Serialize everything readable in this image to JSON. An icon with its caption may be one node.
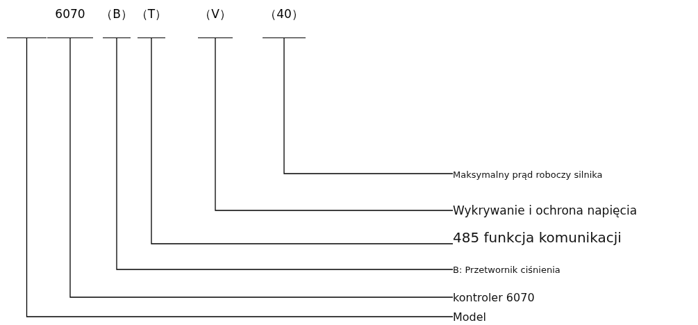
{
  "diagram": {
    "nodes": [
      {
        "text": [],
        "shape": "bar"
      },
      {
        "text": [
          "6070"
        ]
      },
      {
        "text": [
          "（B）"
        ]
      },
      {
        "text": [
          "（T）"
        ]
      },
      {
        "text": [
          "（V）"
        ]
      },
      {
        "text": [
          "（40）"
        ]
      },
      {
        "text": [
          "Maksymalny prąd roboczy silnika"
        ]
      },
      {
        "text": [
          "Wykrywanie i ochrona napięcia"
        ]
      },
      {
        "text": [
          "485 funkcja komunikacji"
        ]
      },
      {
        "text": [
          "B: Przetwornik ciśnienia"
        ]
      },
      {
        "text": [
          "kontroler 6070"
        ]
      },
      {
        "text": [
          "Model"
        ]
      }
    ],
    "edges": [
      {
        "from": 5,
        "to": 6,
        "arrow": "none"
      },
      {
        "from": 4,
        "to": 7,
        "arrow": "none"
      },
      {
        "from": 3,
        "to": 8,
        "arrow": "none"
      },
      {
        "from": 2,
        "to": 9,
        "arrow": "none"
      },
      {
        "from": 1,
        "to": 10,
        "arrow": "none"
      },
      {
        "from": 0,
        "to": 11,
        "arrow": "none"
      }
    ]
  }
}
